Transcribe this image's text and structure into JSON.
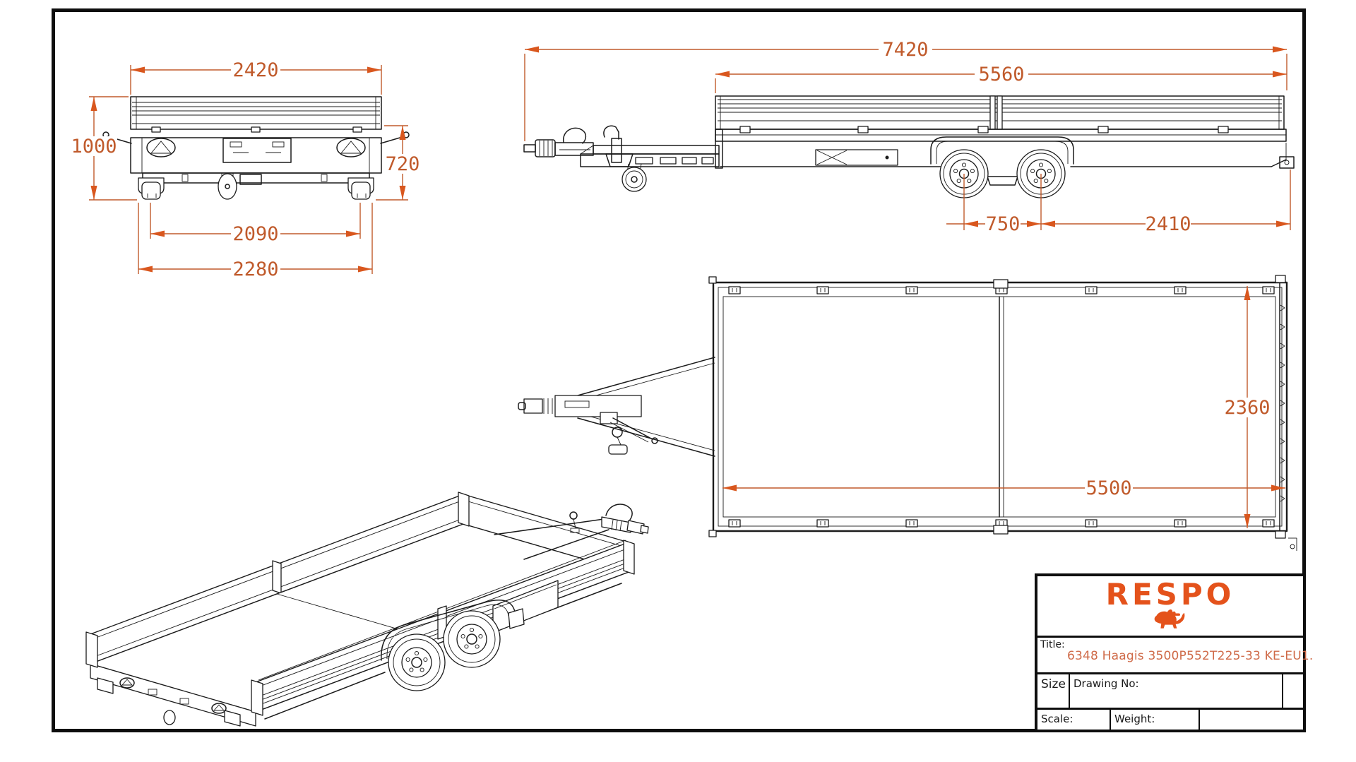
{
  "colors": {
    "line": "#1b1b1b",
    "dimension": "#c05a2b",
    "arrow": "#d9571e",
    "brand": "#e4521b",
    "title_text": "#cf6a48"
  },
  "dimensions": {
    "rear": {
      "width_top": "2420",
      "height_left": "1000",
      "height_right": "720",
      "width_inner": "2090",
      "width_outer": "2280"
    },
    "side": {
      "total_length": "7420",
      "bed_length": "5560",
      "axle_spacing": "750",
      "rear_overhang": "2410"
    },
    "top": {
      "inner_width": "2360",
      "inner_length": "5500"
    }
  },
  "title_block": {
    "brand": "RESPO",
    "title_label": "Title:",
    "title_value": "6348 Haagis 3500P552T225-33 KE-EU1.",
    "size_label": "Size",
    "drawing_no_label": "Drawing No:",
    "scale_label": "Scale:",
    "weight_label": "Weight:"
  }
}
